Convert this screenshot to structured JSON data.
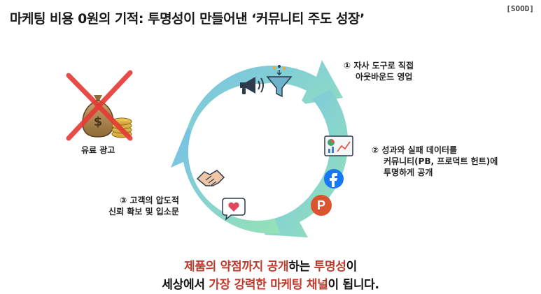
{
  "title": "마케팅 비용 0원의 기적: 투명성이 만들어낸 ‘커뮤니티 주도 성장’",
  "brand": "[SOOD]",
  "paid_ad": {
    "label": "유료 광고",
    "icons": [
      "money-bag-icon",
      "coins-icon",
      "cross-out-icon"
    ]
  },
  "steps": [
    {
      "number": "①",
      "lines": [
        "자사 도구로 직접",
        "아웃바운드 영업"
      ],
      "icons": [
        "megaphone-icon",
        "funnel-icon"
      ]
    },
    {
      "number": "②",
      "lines": [
        "성과와 실패 데이터를",
        "커뮤니티(PB, 프로덕트 헌트)에",
        "투명하게 공개"
      ],
      "icons": [
        "dashboard-chart-icon",
        "facebook-icon",
        "product-hunt-icon"
      ]
    },
    {
      "number": "③",
      "lines": [
        "고객의 압도적",
        "신뢰 확보 및 입소문"
      ],
      "icons": [
        "handshake-icon",
        "heart-chat-icon"
      ]
    }
  ],
  "headline": {
    "line1": {
      "accent": "제품의 약점까지 공개",
      "middle": "하는 ",
      "accent2": "투명성",
      "end": "이"
    },
    "line2": {
      "start": "세상에서 ",
      "accent": "가장 강력한 마케팅 채널",
      "end": "이 됩니다."
    }
  },
  "colors": {
    "accent": "#c0392b",
    "cycle_blue": "#7cc6e4",
    "cycle_green": "#8fdcb8",
    "facebook": "#1877f2",
    "product_hunt": "#da552f",
    "cross": "#e53935"
  }
}
